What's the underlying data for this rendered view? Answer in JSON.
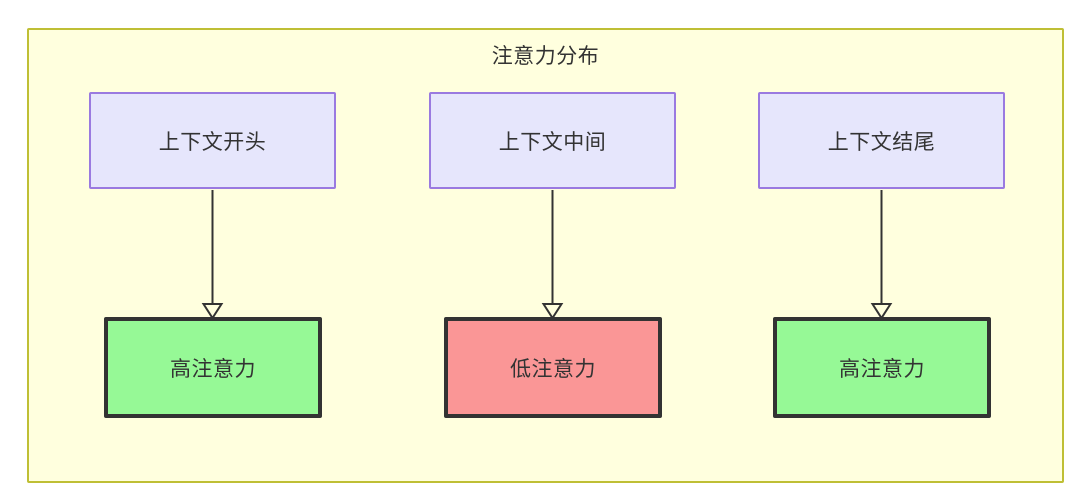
{
  "diagram": {
    "title": "注意力分布",
    "container": {
      "fill": "#FFFFDE",
      "border": "#BFBF35"
    },
    "colors": {
      "top_fill": "#E6E6FC",
      "top_border": "#9A7AE0",
      "high_fill": "#96F996",
      "low_fill": "#FA9696",
      "node_border": "#333333",
      "text": "#333333",
      "arrow": "#333333"
    },
    "columns": [
      {
        "source": {
          "label": "上下文开头",
          "type": "context-segment"
        },
        "target": {
          "label": "高注意力",
          "type": "high-attention"
        }
      },
      {
        "source": {
          "label": "上下文中间",
          "type": "context-segment"
        },
        "target": {
          "label": "低注意力",
          "type": "low-attention"
        }
      },
      {
        "source": {
          "label": "上下文结尾",
          "type": "context-segment"
        },
        "target": {
          "label": "高注意力",
          "type": "high-attention"
        }
      }
    ]
  }
}
